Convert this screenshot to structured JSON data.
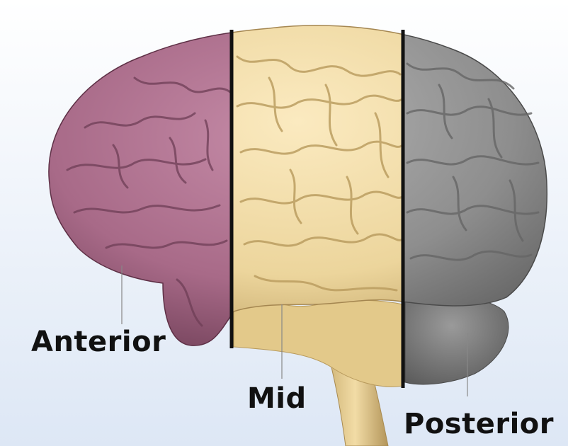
{
  "labels": {
    "anterior": "Anterior",
    "mid": "Mid",
    "posterior": "Posterior"
  },
  "colors": {
    "background_top": "#ffffff",
    "background_bottom": "#dde7f5",
    "anterior_region": "#a86a88",
    "mid_region": "#ecd59c",
    "posterior_region": "#8e8e8e",
    "divider": "#111111",
    "label_text": "#111111"
  }
}
